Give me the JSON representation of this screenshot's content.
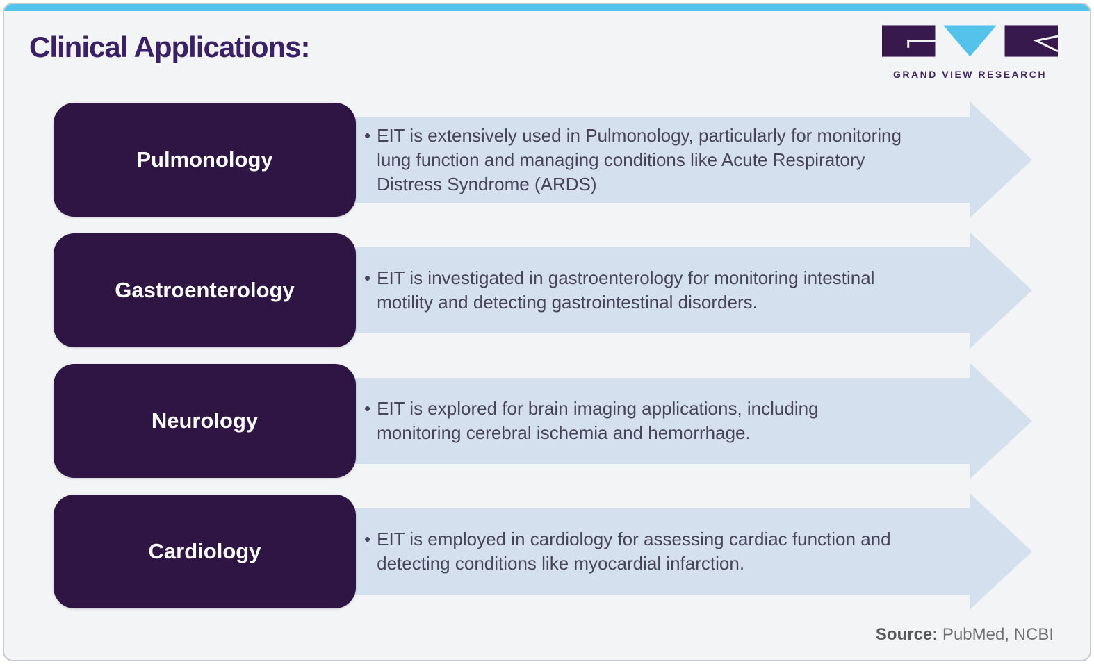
{
  "page": {
    "title": "Clinical Applications:"
  },
  "logo": {
    "brand": "GRAND VIEW RESEARCH"
  },
  "rows": [
    {
      "label": "Pulmonology",
      "bullet": "•",
      "lines": [
        "EIT is extensively used in Pulmonology, particularly for monitoring",
        "lung function and managing conditions like Acute Respiratory",
        "Distress Syndrome (ARDS)"
      ]
    },
    {
      "label": "Gastroenterology",
      "bullet": "•",
      "lines": [
        "EIT is investigated in gastroenterology for monitoring intestinal",
        "motility and detecting gastrointestinal disorders.",
        ""
      ]
    },
    {
      "label": "Neurology",
      "bullet": "•",
      "lines": [
        "EIT is explored for brain imaging applications, including",
        "monitoring cerebral ischemia and hemorrhage.",
        ""
      ]
    },
    {
      "label": "Cardiology",
      "bullet": "•",
      "lines": [
        "EIT is employed in cardiology for assessing cardiac function and",
        "detecting conditions like myocardial infarction.",
        ""
      ]
    }
  ],
  "source": {
    "label": "Source:",
    "value": " PubMed, NCBI"
  },
  "colors": {
    "accent_cyan": "#53c3ec",
    "dark_purple": "#2e1543",
    "title_purple": "#3b2066",
    "band_blue": "#d5e0ee",
    "body_text": "#474458"
  }
}
